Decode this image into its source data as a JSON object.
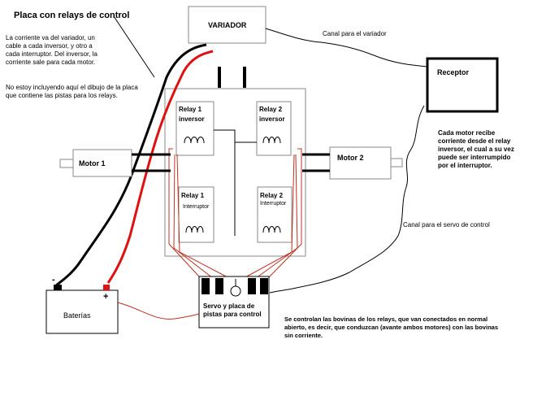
{
  "labels": {
    "title": "Placa con relays de control",
    "note1": [
      "La corriente va del variador, un",
      "cable a cada inversor, y otro a",
      "cada interruptor. Del inversor, la",
      "corriente sale para cada motor."
    ],
    "note2": [
      "No estoy incluyendo aquí el dibujo de la placa",
      "que contiene las pistas para los relays."
    ],
    "variador": "VARIADOR",
    "canal_variador": "Canal para el variador",
    "receptor": "Receptor",
    "relay1_inv": [
      "Relay 1",
      "inversor"
    ],
    "relay2_inv": [
      "Relay 2",
      "inversor"
    ],
    "relay1_int": [
      "Relay 1",
      "Interruptor"
    ],
    "relay2_int": [
      "Relay 2",
      "Interruptor"
    ],
    "motor1": "Motor 1",
    "motor2": "Motor 2",
    "note3": [
      "Cada motor recibe",
      "corriente desde el relay",
      "inversor, el cual a su vez",
      "puede ser interrumpido",
      "por el interruptor."
    ],
    "canal_servo": "Canal para el servo de control",
    "baterias": "Baterías",
    "minus": "-",
    "plus": "+",
    "servo": [
      "Servo y placa de",
      "pistas para control"
    ],
    "note4": [
      "Se controlan las bovinas de los relays, que van conectados en normal",
      "abierto, es decir, que conduzcan (avante ambos motores) con las bovinas",
      "sin corriente."
    ]
  },
  "colors": {
    "wire_black": "#000000",
    "wire_red": "#e01010",
    "wire_thin_red": "#c03020",
    "board_outline": "#8a8a8a"
  }
}
